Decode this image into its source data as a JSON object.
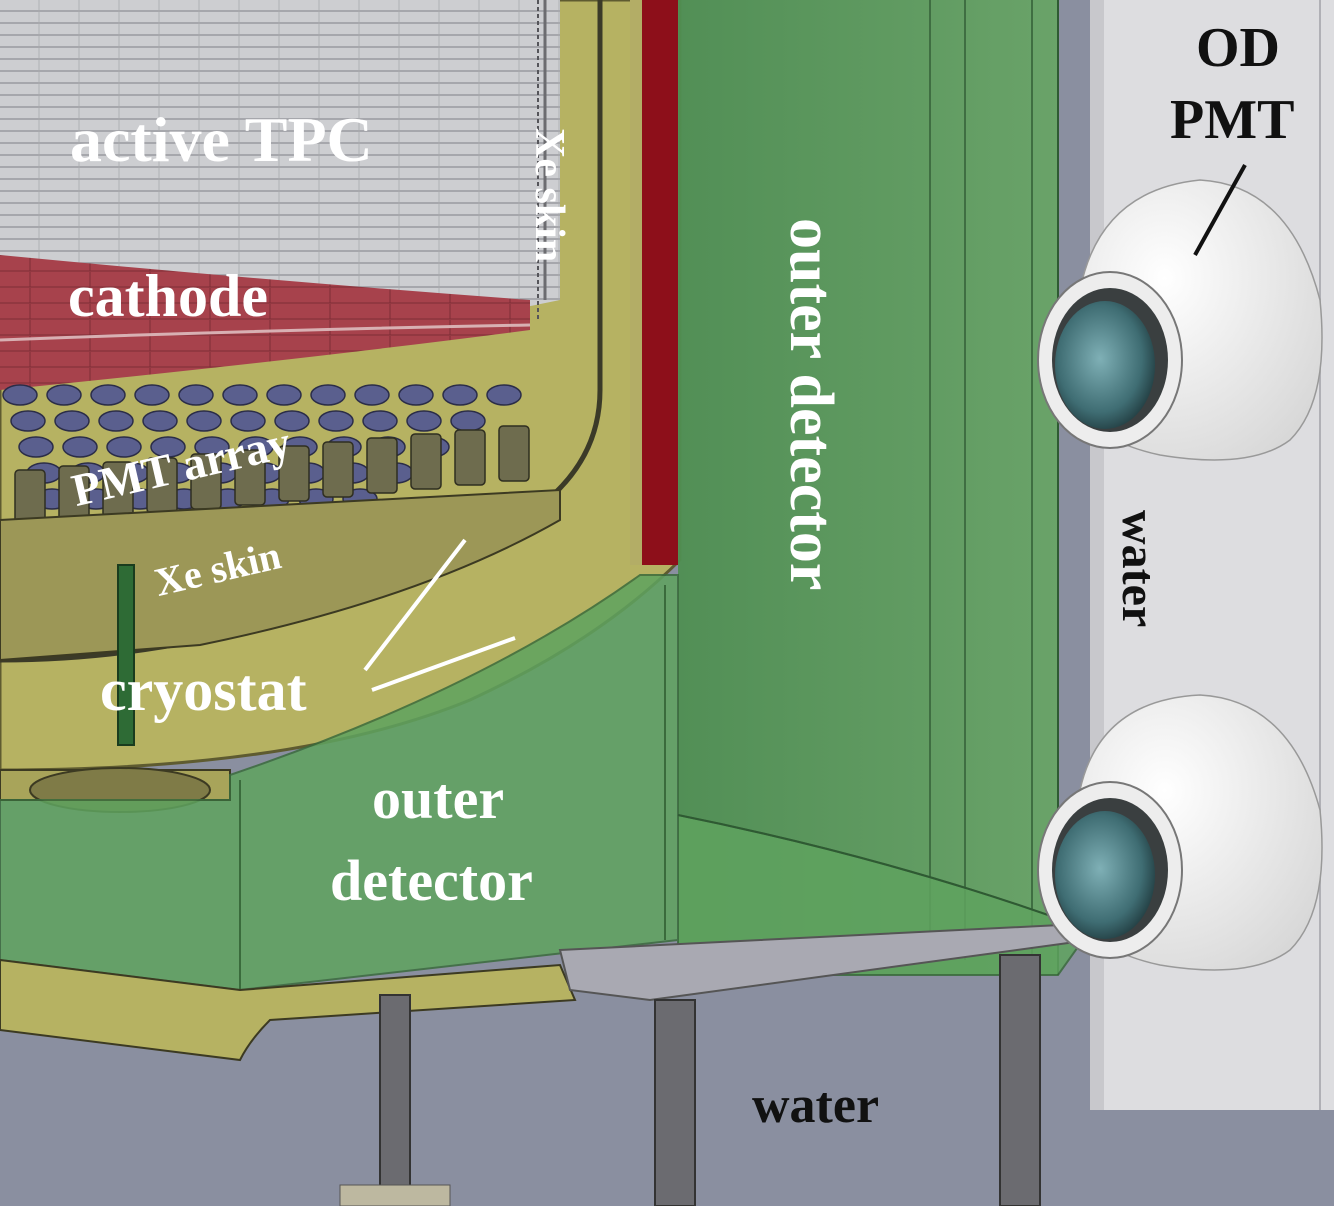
{
  "labels": {
    "active_tpc": "active TPC",
    "cathode": "cathode",
    "xe_skin_side": "Xe skin",
    "pmt_array": "PMT array",
    "xe_skin_bottom": "Xe skin",
    "cryostat": "cryostat",
    "outer_detector_vertical": "outer detector",
    "outer_detector_lower_line1": "outer",
    "outer_detector_lower_line2": "detector",
    "od_pmt_line1": "OD",
    "od_pmt_line2": "PMT",
    "water_vertical": "water",
    "water_bottom": "water"
  },
  "colors": {
    "outer_detector_green": "#5e9a5e",
    "cryostat_tan": "#b6b262",
    "cathode_red": "#9a3a44",
    "tpc_gray": "#c9cacd",
    "water_gray": "#8a8fa0",
    "od_pmt_white": "#f2f2f2",
    "label_white": "#ffffff",
    "label_black": "#111111"
  }
}
